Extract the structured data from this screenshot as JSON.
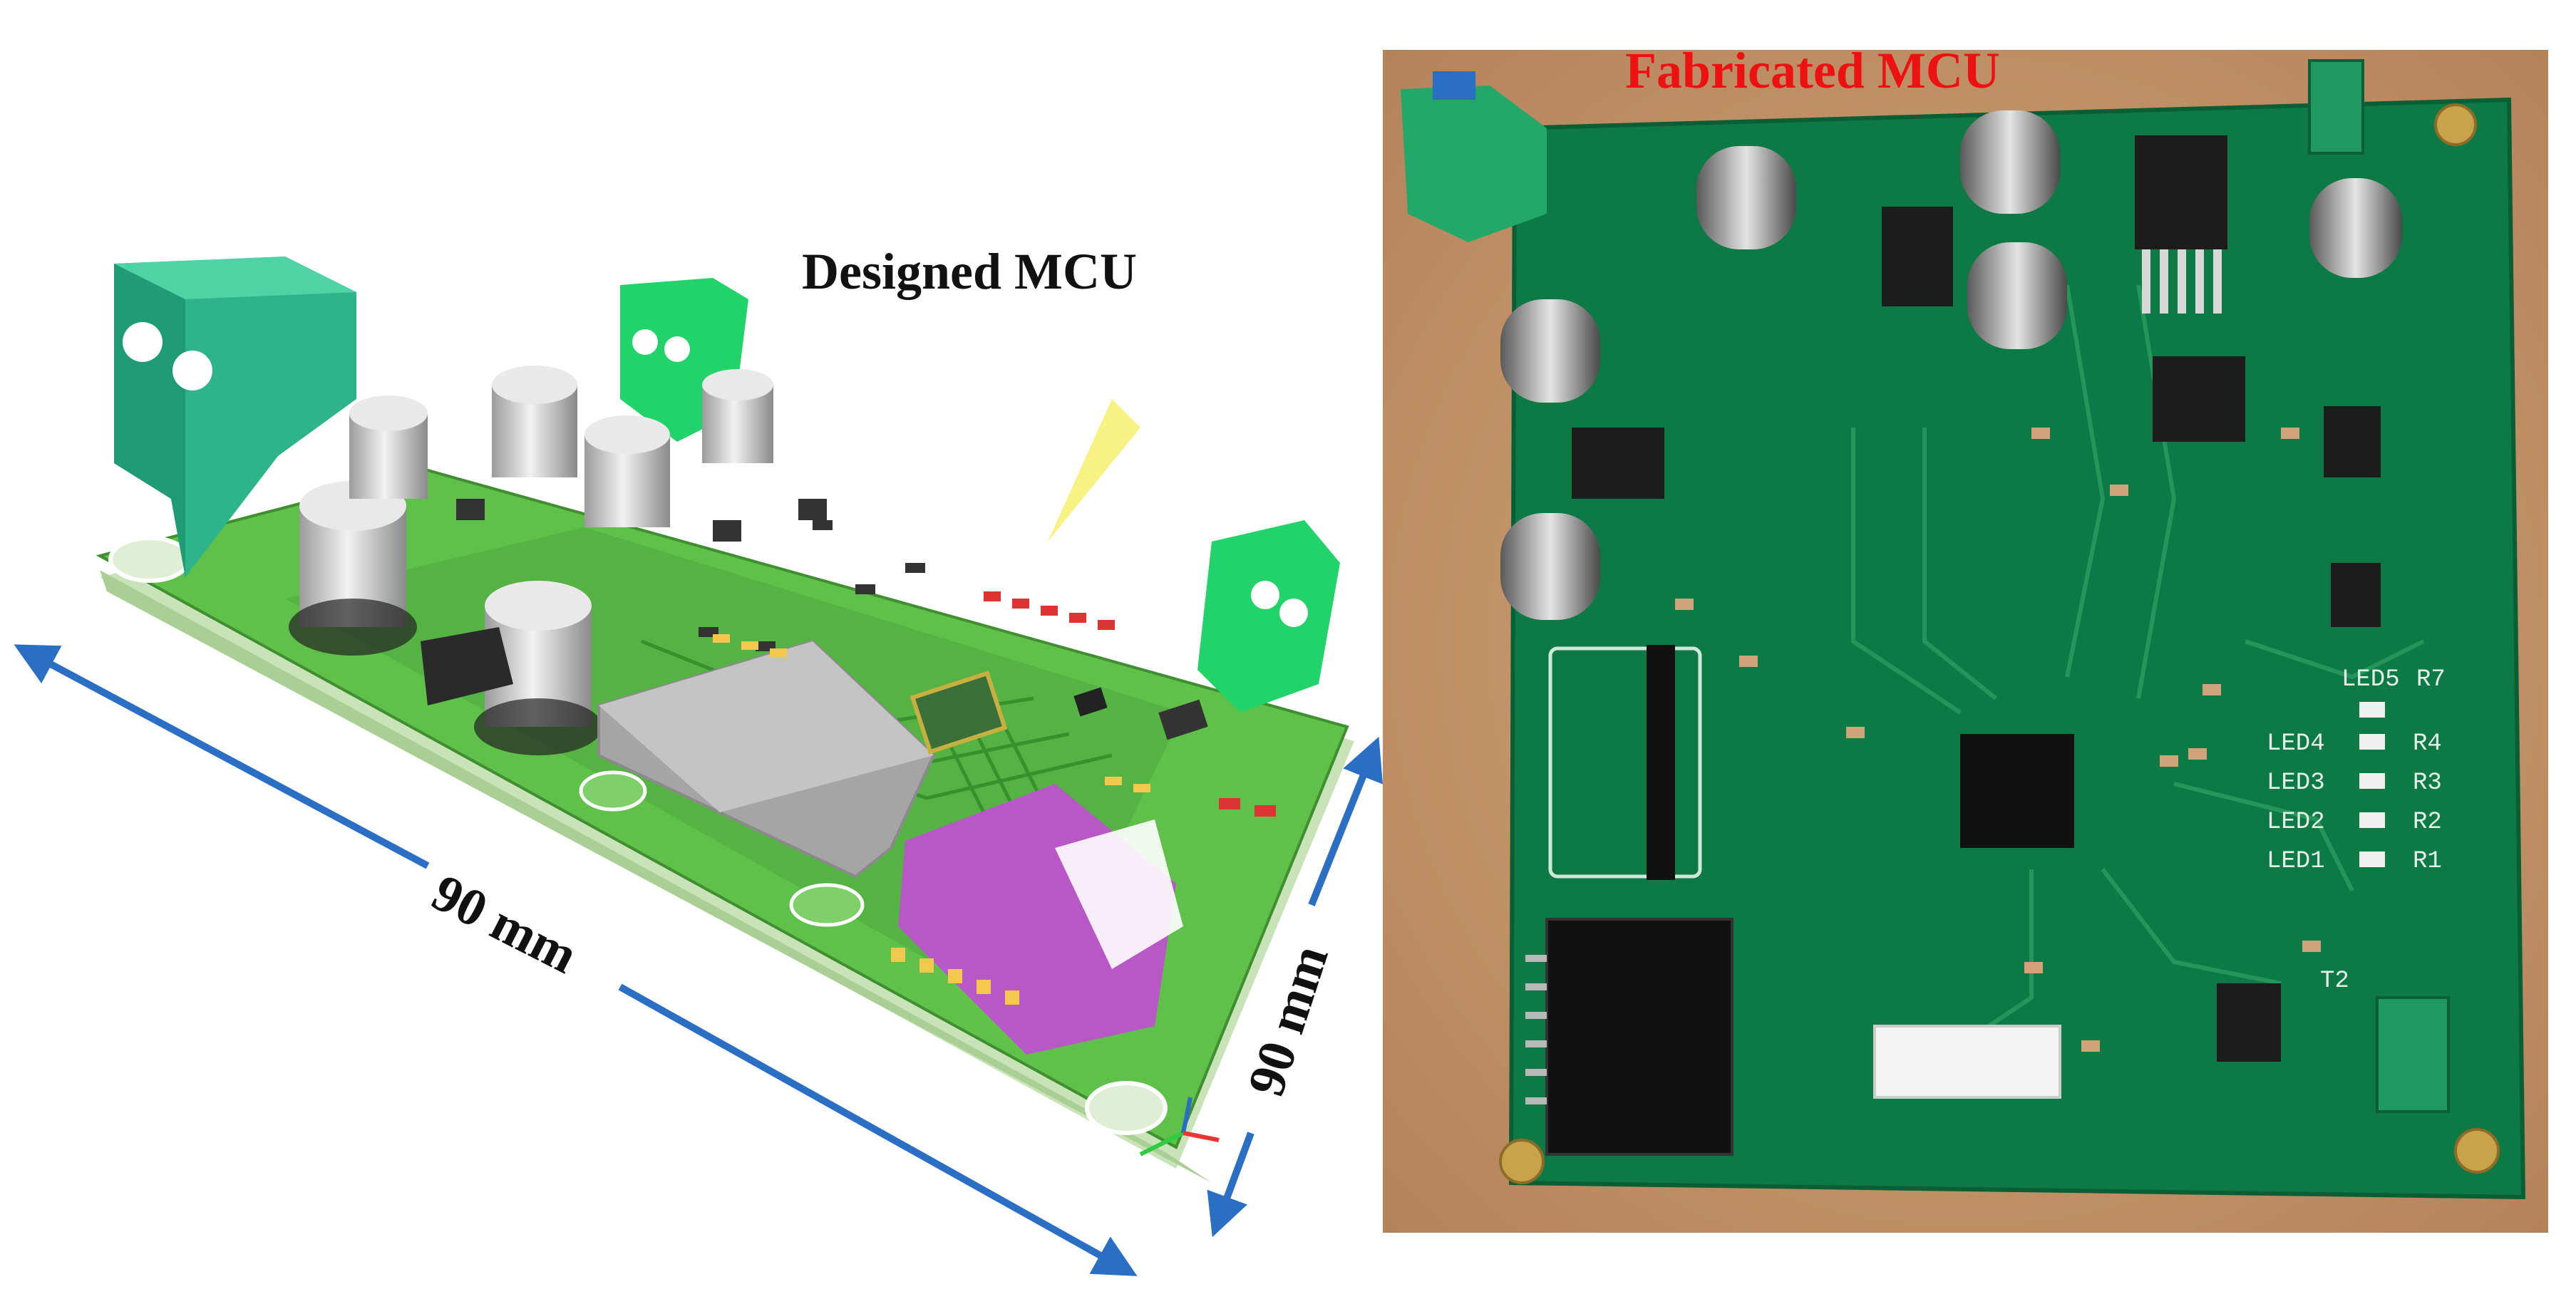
{
  "labels": {
    "designed": "Designed MCU",
    "fabricated": "Fabricated MCU",
    "dimension_length": "90 mm",
    "dimension_width": "90 mm"
  },
  "board_silkscreen": {
    "leds": [
      "LED4",
      "LED3",
      "LED2",
      "LED1"
    ],
    "resistors": [
      "R4",
      "R3",
      "R2",
      "R1"
    ],
    "misc": [
      "LED5",
      "R7",
      "T2"
    ]
  },
  "colors": {
    "designed_title": "#111111",
    "fabricated_title": "#ee1111",
    "dimension_arrow": "#2b6fc4",
    "pcb_green_render": "#5fc04a",
    "pcb_green_photo": "#0d7a45",
    "background_wood": "#c79a6f"
  }
}
